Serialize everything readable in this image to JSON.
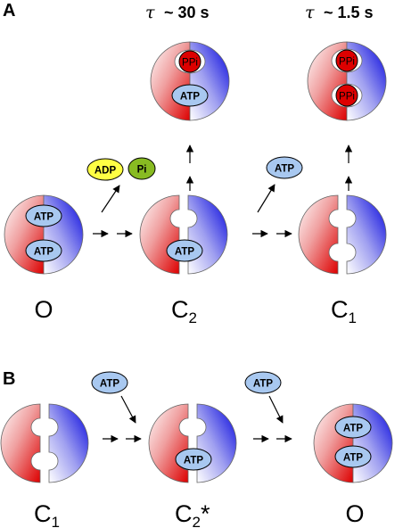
{
  "panels": {
    "a": "A",
    "b": "B"
  },
  "tau": {
    "symbol": "τ",
    "c2_value": "~ 30 s",
    "c1_value": "~ 1.5 s"
  },
  "states": {
    "o": "O",
    "c2_main": "C",
    "c2_sub": "2",
    "c1_main": "C",
    "c1_sub": "1",
    "c2star_main": "C",
    "c2star_sub": "2",
    "c2star_suffix": "*"
  },
  "molecules": {
    "atp": "ATP",
    "adp": "ADP",
    "pi": "Pi",
    "ppi": "PPi"
  },
  "colors": {
    "red": "#e00000",
    "blue": "#1010e0",
    "atp_fill": "#a8c8f0",
    "adp_fill": "#ffff44",
    "pi_fill": "#88bb22",
    "ppi_fill": "#dd0000"
  }
}
